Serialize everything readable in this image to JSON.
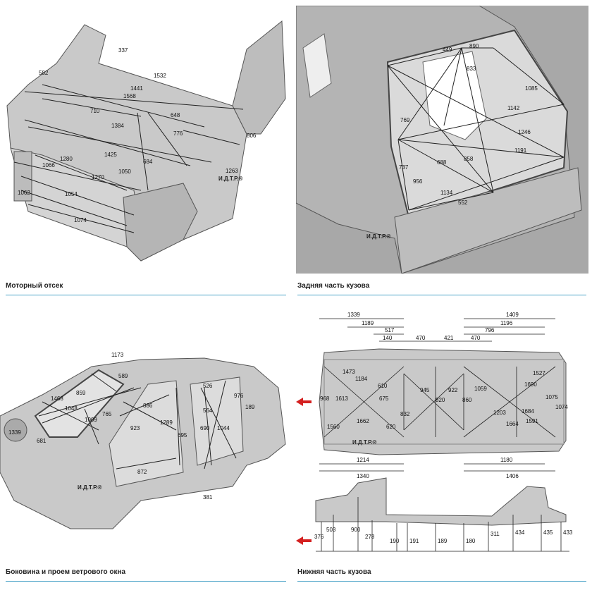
{
  "captions": {
    "engine_bay": "Моторный отсек",
    "rear_body": "Задняя часть кузова",
    "side_body": "Боковина и проем ветрового окна",
    "underbody": "Нижняя часть кузова"
  },
  "logo": "И.Д.Т.Р.®",
  "colors": {
    "accent_rule": "#4aa3c8",
    "body_fill": "#c9c9c9",
    "body_dark": "#9e9e9e",
    "arrow": "#d42020"
  },
  "engine_bay": {
    "dims": [
      "337",
      "582",
      "1532",
      "1441",
      "1568",
      "710",
      "648",
      "1384",
      "776",
      "806",
      "1425",
      "1280",
      "1066",
      "1270",
      "1050",
      "684",
      "1263",
      "1062",
      "1054",
      "1074"
    ]
  },
  "rear_body": {
    "dims": [
      "449",
      "890",
      "833",
      "1085",
      "1142",
      "769",
      "1246",
      "1191",
      "737",
      "688",
      "858",
      "956",
      "1134",
      "552"
    ]
  },
  "side_body": {
    "dims": [
      "1173",
      "589",
      "1468",
      "859",
      "1048",
      "1009",
      "765",
      "886",
      "923",
      "1289",
      "526",
      "976",
      "564",
      "189",
      "1339",
      "681",
      "690",
      "1044",
      "872",
      "695",
      "381"
    ]
  },
  "underbody_plan": {
    "top_dims": [
      "1339",
      "1189",
      "517",
      "140",
      "470",
      "421",
      "470",
      "796",
      "1196",
      "1409"
    ],
    "mid_dims": [
      "1473",
      "968",
      "1613",
      "1184",
      "610",
      "675",
      "945",
      "820",
      "922",
      "860",
      "1059",
      "1203",
      "1527",
      "1690",
      "1075",
      "1074",
      "1684",
      "1591",
      "1664",
      "1560",
      "1662",
      "832",
      "620"
    ],
    "bottom_dims": [
      "1214",
      "1340",
      "1180",
      "1406"
    ]
  },
  "underbody_side": {
    "heights": [
      "376",
      "503",
      "900",
      "278",
      "190",
      "191",
      "189",
      "180",
      "311",
      "434",
      "435",
      "433"
    ]
  }
}
